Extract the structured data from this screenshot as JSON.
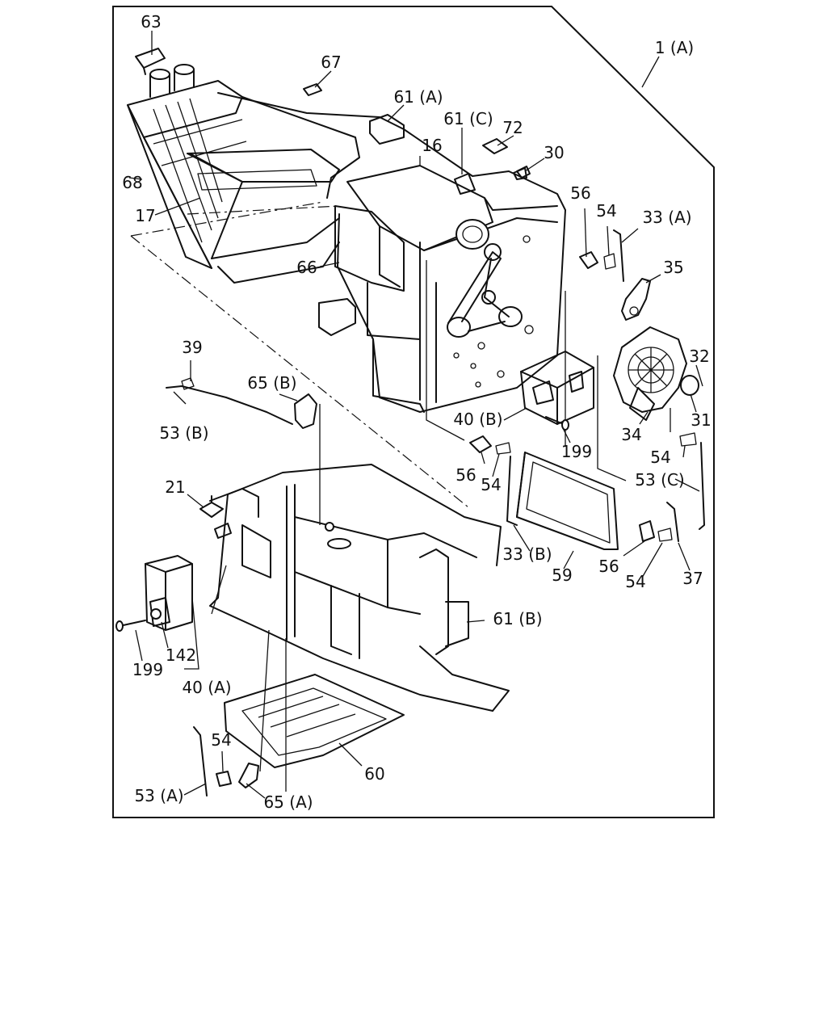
{
  "callouts": {
    "c63": "63",
    "c67": "67",
    "c1A": "1 (A)",
    "c61A": "61 (A)",
    "c61C": "61 (C)",
    "c72": "72",
    "c16": "16",
    "c30": "30",
    "c68": "68",
    "c17": "17",
    "c56a": "56",
    "c54a": "54",
    "c33A": "33 (A)",
    "c66": "66",
    "c35": "35",
    "c39": "39",
    "c32": "32",
    "c65B": "65 (B)",
    "c31": "31",
    "c53B": "53 (B)",
    "c40B": "40 (B)",
    "c34": "34",
    "c199a": "199",
    "c54b": "54",
    "c56b": "56",
    "c54c": "54",
    "c53C": "53 (C)",
    "c21": "21",
    "c33B": "33 (B)",
    "c56c": "56",
    "c59": "59",
    "c54d": "54",
    "c37": "37",
    "c61B": "61 (B)",
    "c199b": "199",
    "c142": "142",
    "c40A": "40 (A)",
    "c54e": "54",
    "c60": "60",
    "c53A": "53 (A)",
    "c65A": "65 (A)"
  }
}
